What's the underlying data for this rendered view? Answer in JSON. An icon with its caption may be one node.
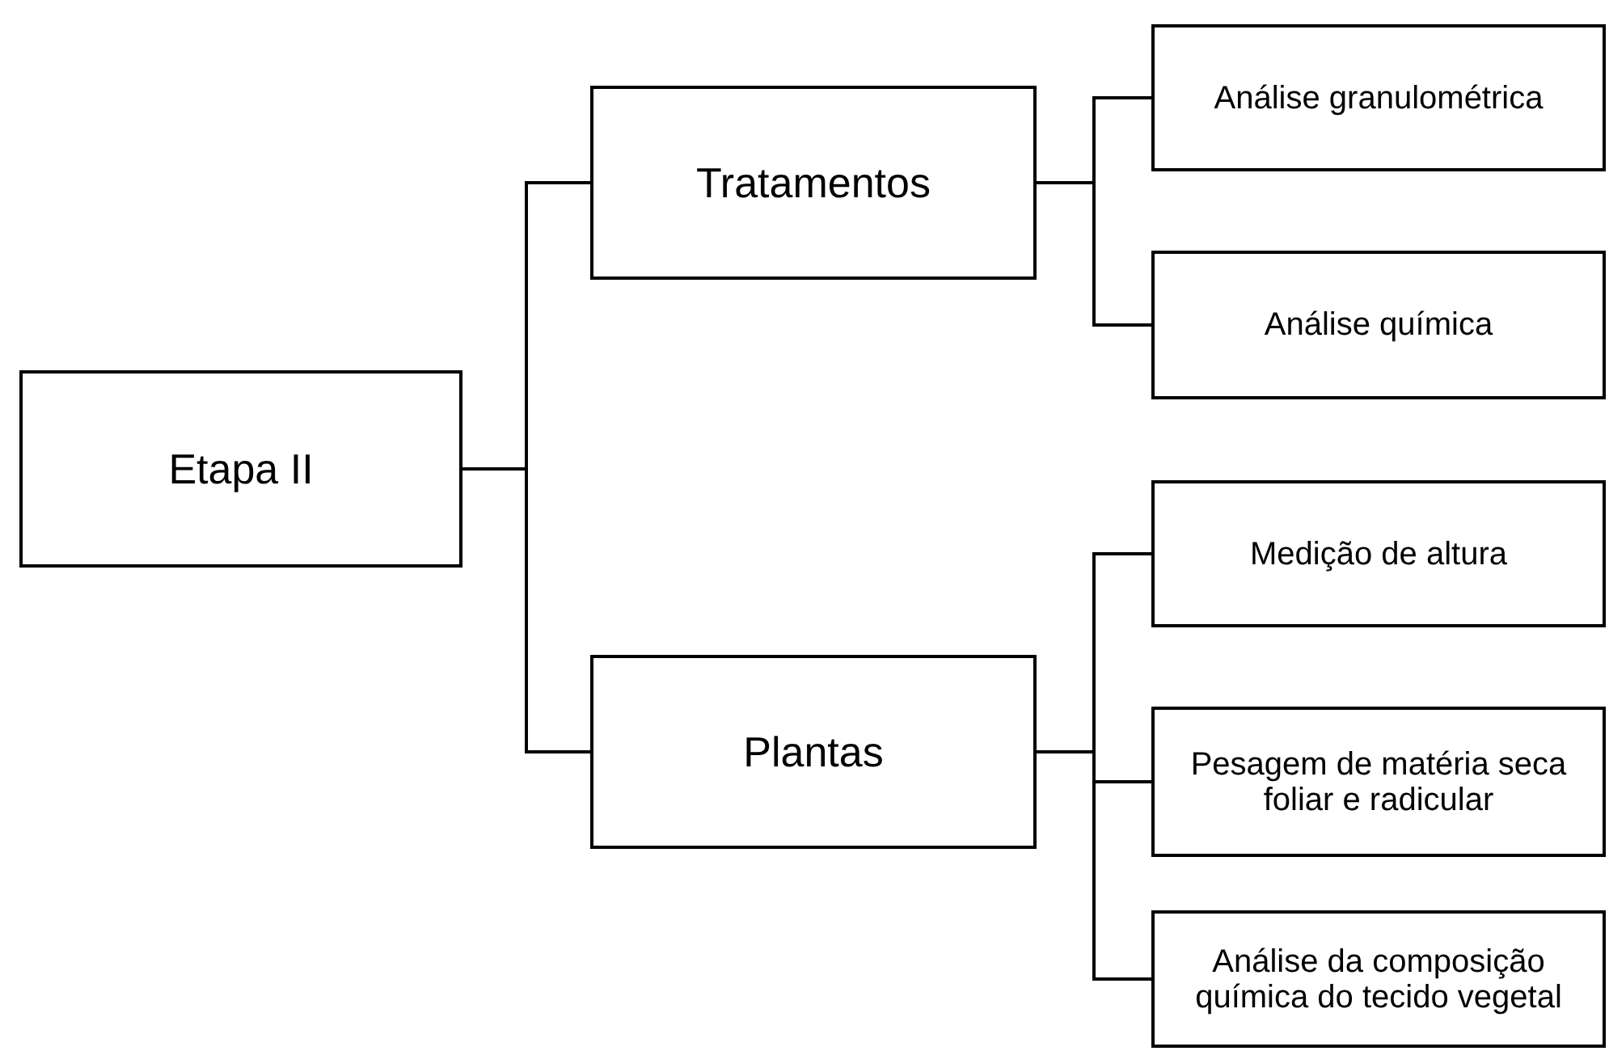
{
  "diagram": {
    "nodes": [
      {
        "text": [
          "Etapa II"
        ]
      },
      {
        "text": [
          "Tratamentos"
        ]
      },
      {
        "text": [
          "Análise granulométrica"
        ]
      },
      {
        "text": [
          "Análise química"
        ]
      },
      {
        "text": [
          "Plantas"
        ]
      },
      {
        "text": [
          "Medição de altura"
        ]
      },
      {
        "text": [
          "Pesagem de matéria seca foliar e radicular"
        ]
      },
      {
        "text": [
          "Análise da composição química do tecido vegetal"
        ]
      }
    ],
    "edges": [
      {
        "from": 0,
        "to": 1,
        "arrow": "none"
      },
      {
        "from": 0,
        "to": 4,
        "arrow": "none"
      },
      {
        "from": 1,
        "to": 2,
        "arrow": "none"
      },
      {
        "from": 1,
        "to": 3,
        "arrow": "none"
      },
      {
        "from": 4,
        "to": 5,
        "arrow": "none"
      },
      {
        "from": 4,
        "to": 6,
        "arrow": "none"
      },
      {
        "from": 4,
        "to": 7,
        "arrow": "none"
      }
    ]
  }
}
